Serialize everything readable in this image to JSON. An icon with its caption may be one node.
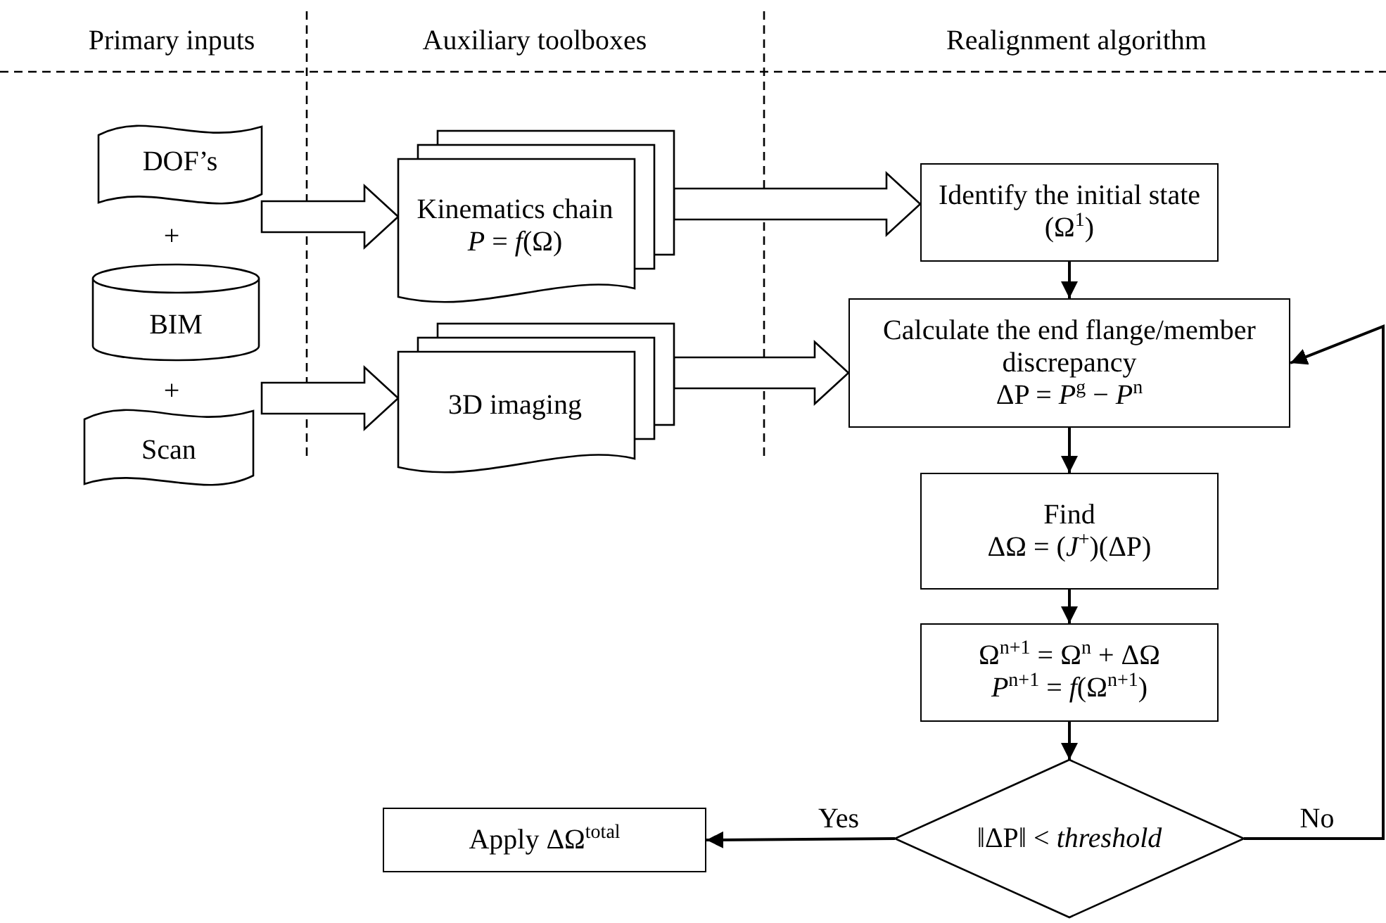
{
  "diagram": {
    "nodes": [
      {
        "text": [
          "DOF’s"
        ]
      },
      {
        "text": [
          "BIM"
        ]
      },
      {
        "text": [
          "Scan"
        ]
      },
      {
        "text": [
          "Kinematics chain",
          "*P* = *f*(Ω)"
        ]
      },
      {
        "text": [
          "3D imaging"
        ]
      },
      {
        "text": [
          "Identify the initial state (Ω$^{1}$)"
        ]
      },
      {
        "text": [
          "Calculate the end flange/member discrepancy",
          "ΔP = *P*$^{g}$ − *P*$^{n}$"
        ]
      },
      {
        "text": [
          "Find",
          "ΔΩ = (*J*$^{+}$)(ΔP)"
        ]
      },
      {
        "text": [
          "Ω$^{n+1}$ = Ω$^{n}$ + ΔΩ",
          "*P*$^{n+1}$ = *f*(Ω$^{n+1}$)"
        ]
      },
      {
        "text": [
          "‖ΔP‖ < *threshold*"
        ]
      },
      {
        "text": [
          "Apply ΔΩ$^{total}$"
        ]
      }
    ],
    "edges": [
      {
        "from": null,
        "to": 3,
        "arrow": "to",
        "style": "thick"
      },
      {
        "from": null,
        "to": 4,
        "arrow": "to",
        "style": "thick"
      },
      {
        "from": 3,
        "to": 5,
        "arrow": "to",
        "style": "thick"
      },
      {
        "from": 4,
        "to": 6,
        "arrow": "to",
        "style": "thick"
      },
      {
        "from": 5,
        "to": 6,
        "arrow": "to"
      },
      {
        "from": 6,
        "to": 7,
        "arrow": "to"
      },
      {
        "from": 7,
        "to": 8,
        "arrow": "to"
      },
      {
        "from": 8,
        "to": 9,
        "arrow": "to"
      },
      {
        "from": 9,
        "to": 10,
        "arrow": "to",
        "label": "Yes"
      },
      {
        "from": 9,
        "to": 6,
        "arrow": "to",
        "label": "No"
      }
    ],
    "labels": [
      "Primary inputs",
      "Auxiliary toolboxes",
      "Realignment algorithm",
      "+",
      "+"
    ]
  }
}
